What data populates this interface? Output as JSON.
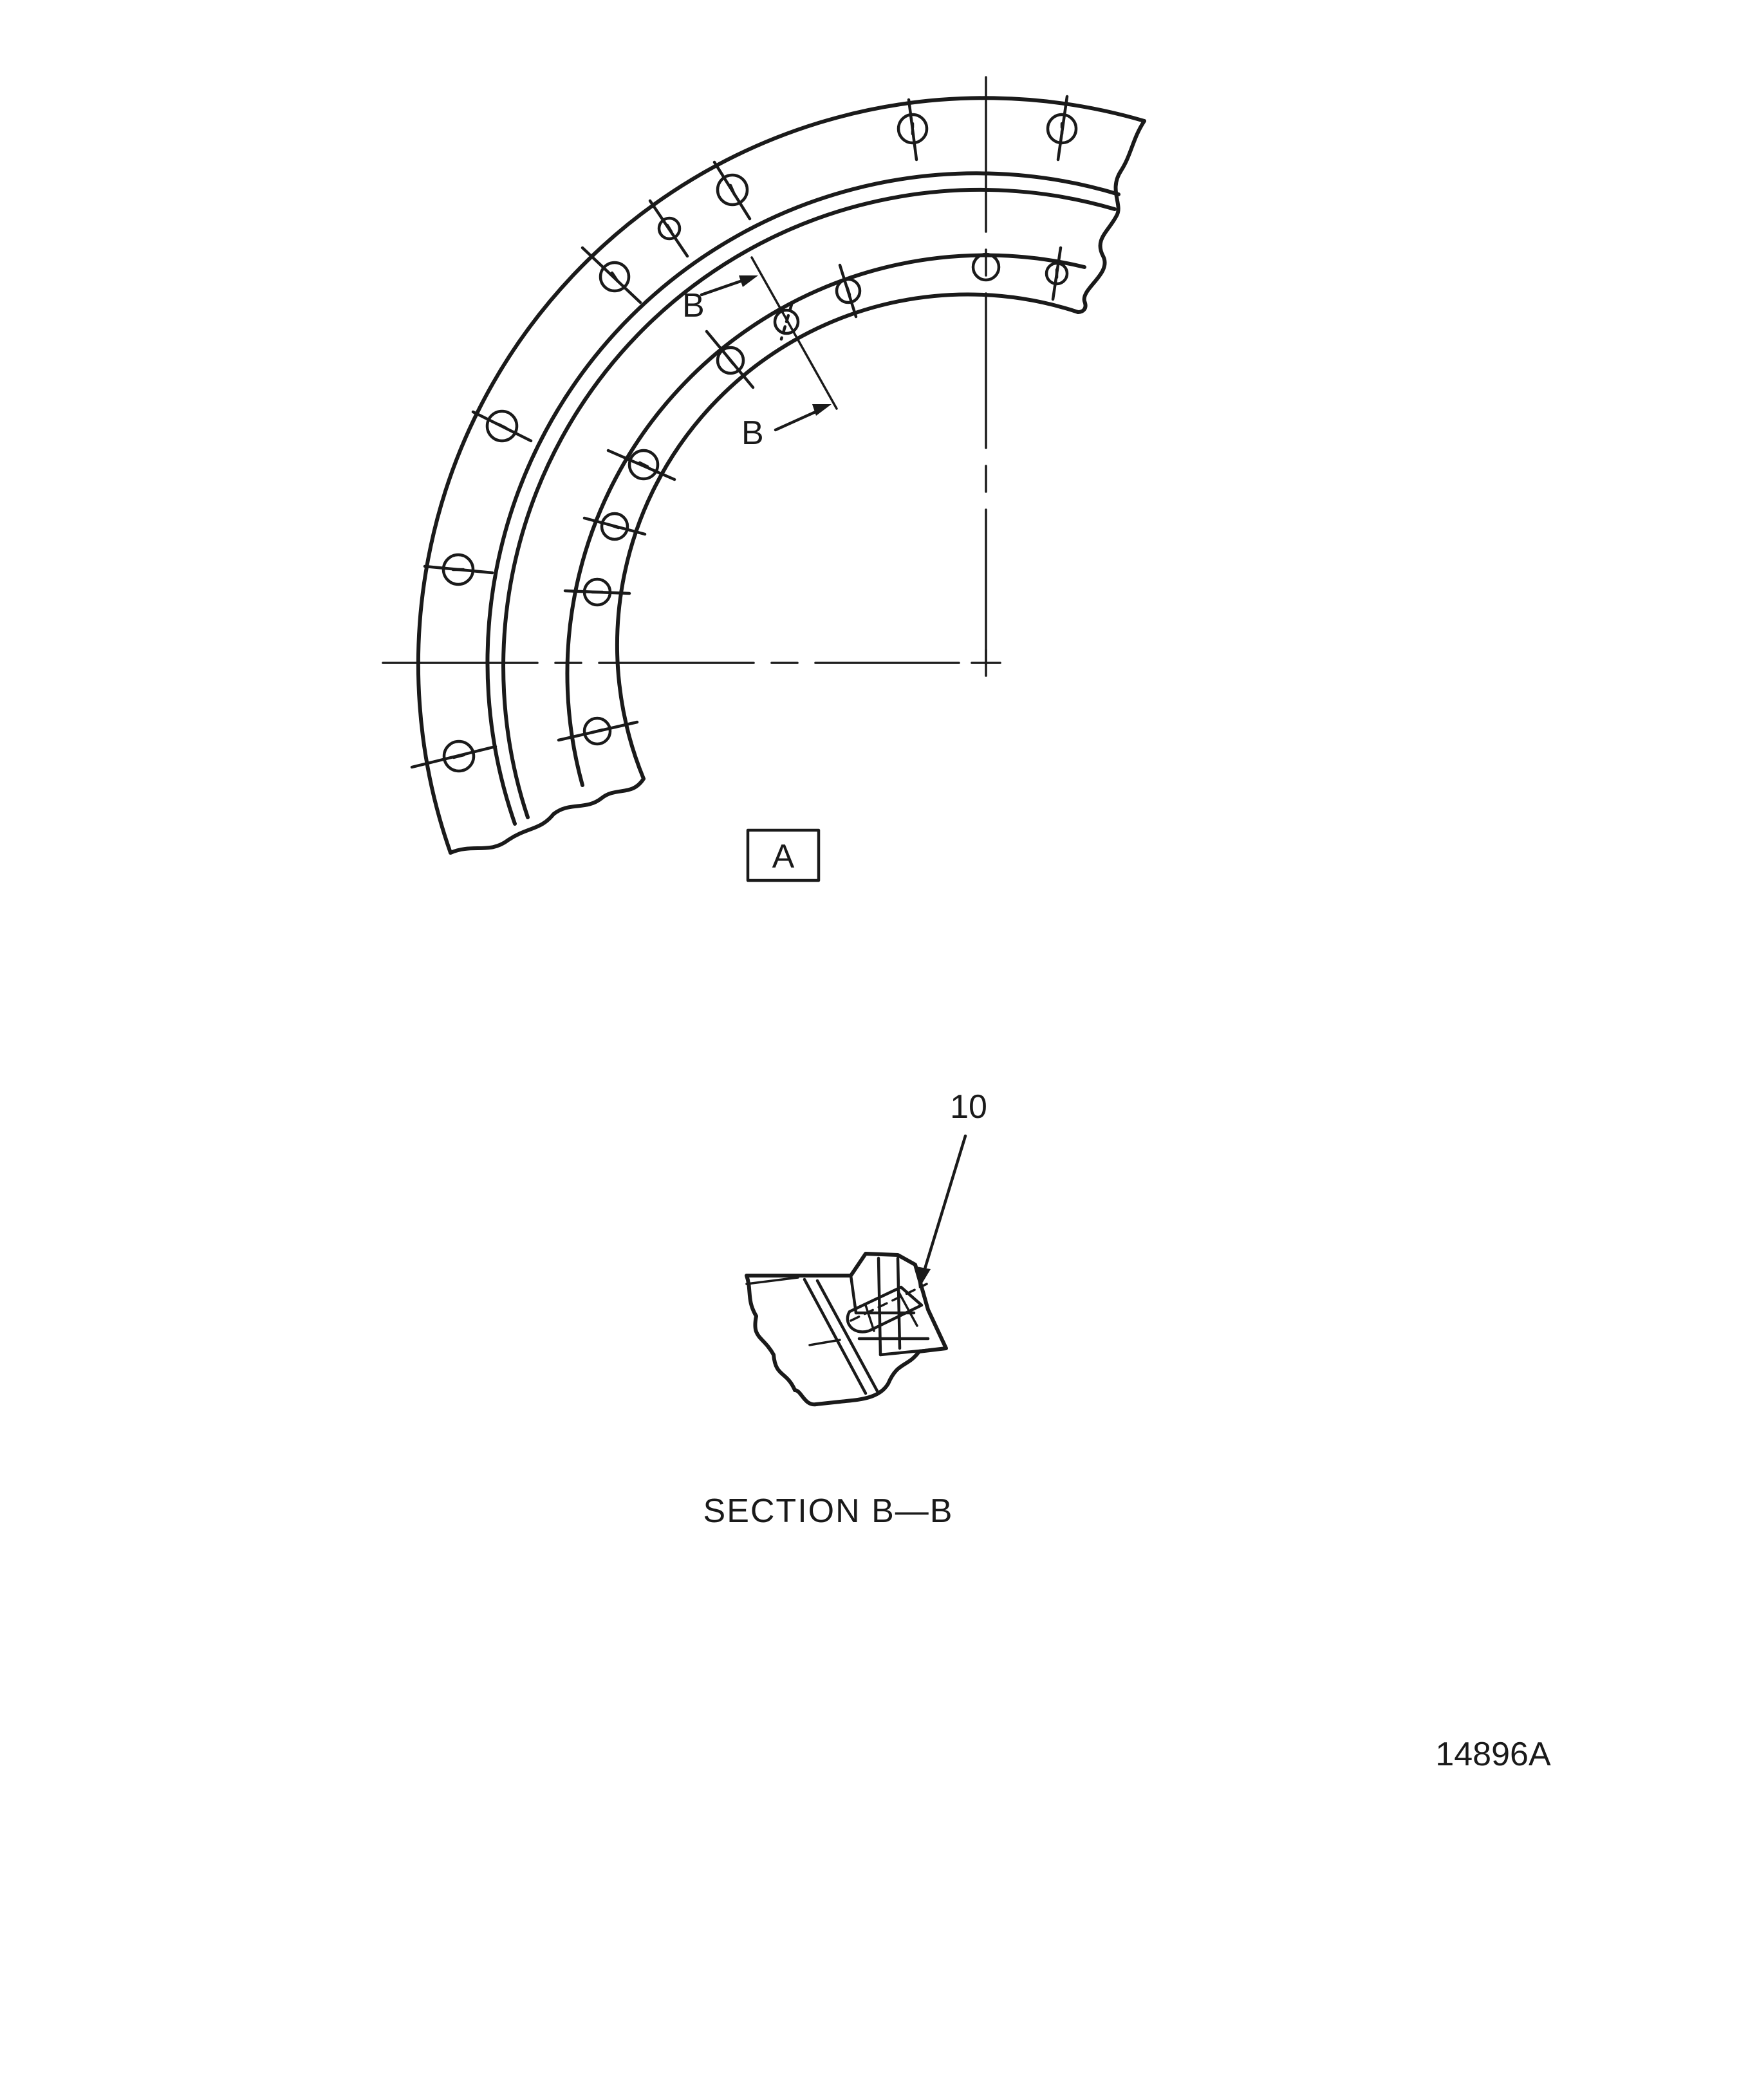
{
  "view_label": "A",
  "section_cut_label_upper": "B",
  "section_cut_label_lower": "B",
  "callout_number": "10",
  "section_caption": "SECTION B—B",
  "figure_number": "14896A"
}
